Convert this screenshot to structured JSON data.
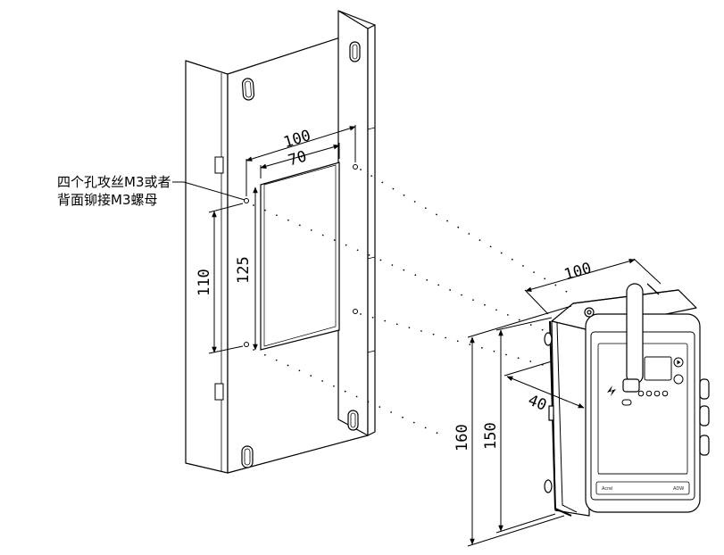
{
  "annotation": {
    "line1": "四个孔攻丝M3或者",
    "line2": "背面铆接M3螺母"
  },
  "dimensions": {
    "plate_top_width": "100",
    "plate_window_width": "70",
    "plate_hole_spacing": "110",
    "plate_window_height": "125",
    "device_top_width": "100",
    "device_depth": "40",
    "device_total_height": "160",
    "device_body_height": "150"
  },
  "device": {
    "brand_label": "Acrel",
    "model_label": "ADW"
  }
}
